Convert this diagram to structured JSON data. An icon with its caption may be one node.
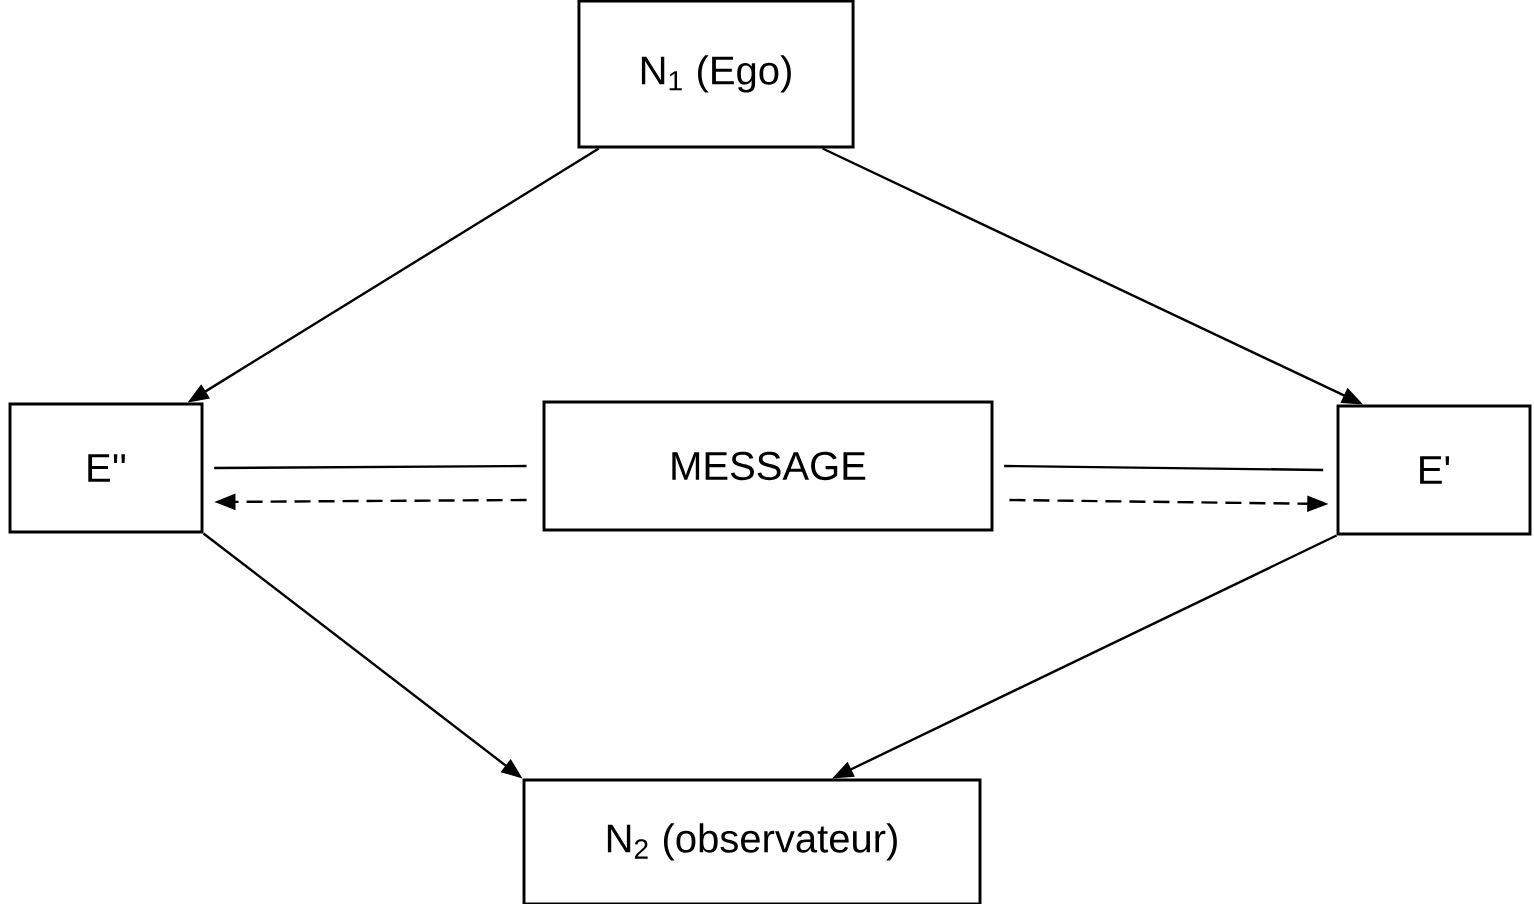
{
  "diagram": {
    "nodes": [
      {
        "text": [
          "N$_{1}$ (Ego)"
        ]
      },
      {
        "text": [
          "E''"
        ]
      },
      {
        "text": [
          "MESSAGE"
        ]
      },
      {
        "text": [
          "E'"
        ]
      },
      {
        "text": [
          "N$_{2}$ (observateur)"
        ]
      }
    ],
    "edges": [
      {
        "from": 0,
        "to": 1,
        "arrow": "to"
      },
      {
        "from": 0,
        "to": 3,
        "arrow": "to"
      },
      {
        "from": 2,
        "to": 1,
        "arrow": "none"
      },
      {
        "from": 2,
        "to": 1,
        "arrow": "to",
        "style": "dashed"
      },
      {
        "from": 2,
        "to": 3,
        "arrow": "none"
      },
      {
        "from": 2,
        "to": 3,
        "arrow": "to",
        "style": "dashed"
      },
      {
        "from": 1,
        "to": 4,
        "arrow": "to"
      },
      {
        "from": 3,
        "to": 4,
        "arrow": "to"
      }
    ]
  }
}
